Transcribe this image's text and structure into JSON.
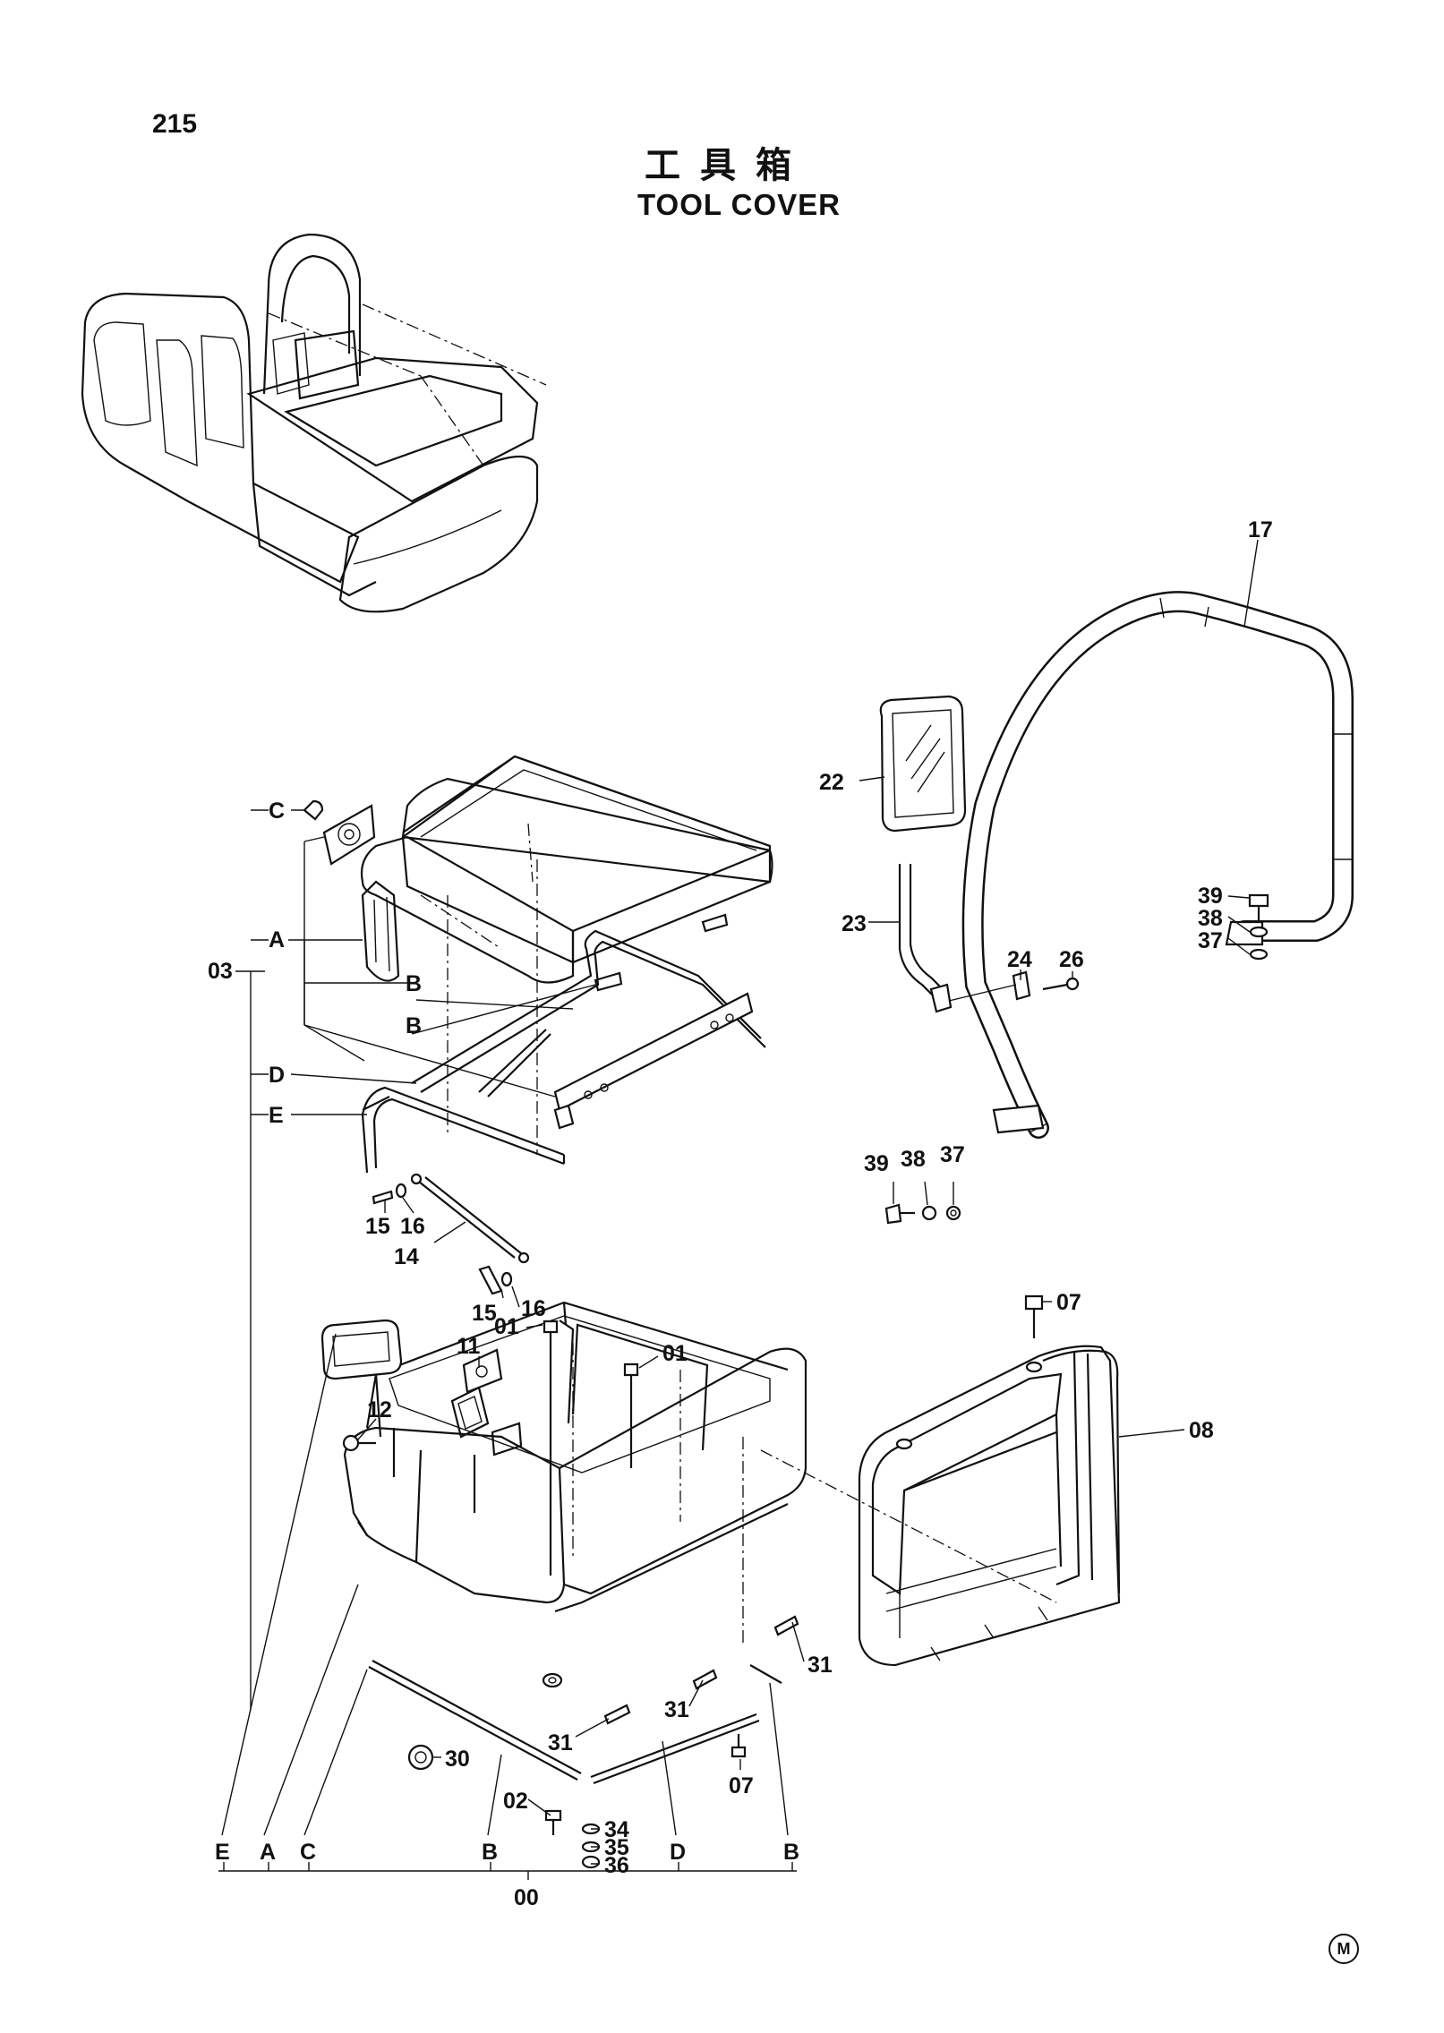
{
  "page_number": "215",
  "title_jp": "工具箱",
  "title_en": "TOOL COVER",
  "corner_mark": "M",
  "callouts": {
    "c17": "17",
    "c22": "22",
    "c23": "23",
    "c24": "24",
    "c26": "26",
    "c39a": "39",
    "c38a": "38",
    "c37a": "37",
    "c39b": "39",
    "c38b": "38",
    "c37b": "37",
    "c03": "03",
    "cA": "A",
    "cB1": "B",
    "cB2": "B",
    "cC": "C",
    "cD": "D",
    "cE": "E",
    "c15a": "15",
    "c16a": "16",
    "c14": "14",
    "c15b": "15",
    "c16b": "16",
    "c01a": "01",
    "c01b": "01",
    "c11": "11",
    "c12": "12",
    "c07a": "07",
    "c08": "08",
    "c31a": "31",
    "c31b": "31",
    "c31c": "31",
    "c30": "30",
    "c02": "02",
    "c34": "34",
    "c35": "35",
    "c36": "36",
    "c07b": "07",
    "bE": "E",
    "bA": "A",
    "bC": "C",
    "bB1": "B",
    "bD": "D",
    "bB2": "B",
    "c00": "00"
  }
}
